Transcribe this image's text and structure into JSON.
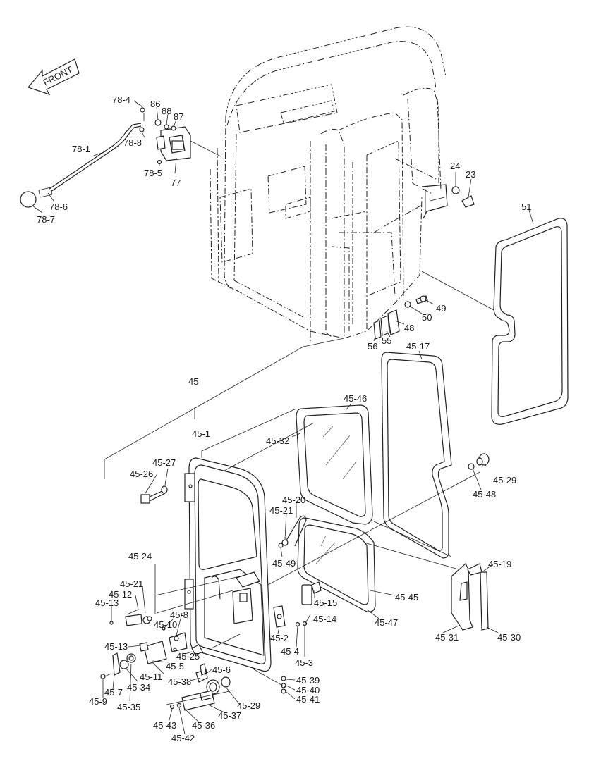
{
  "front_label": "FRONT",
  "labels": [
    {
      "id": "78-4",
      "text": "78-4"
    },
    {
      "id": "86",
      "text": "86"
    },
    {
      "id": "88",
      "text": "88"
    },
    {
      "id": "87",
      "text": "87"
    },
    {
      "id": "78-8",
      "text": "78-8"
    },
    {
      "id": "78-1",
      "text": "78-1"
    },
    {
      "id": "78-5",
      "text": "78-5"
    },
    {
      "id": "77",
      "text": "77"
    },
    {
      "id": "78-6",
      "text": "78-6"
    },
    {
      "id": "78-7",
      "text": "78-7"
    },
    {
      "id": "24",
      "text": "24"
    },
    {
      "id": "23",
      "text": "23"
    },
    {
      "id": "51",
      "text": "51"
    },
    {
      "id": "49",
      "text": "49"
    },
    {
      "id": "50",
      "text": "50"
    },
    {
      "id": "48",
      "text": "48"
    },
    {
      "id": "55",
      "text": "55"
    },
    {
      "id": "56",
      "text": "56"
    },
    {
      "id": "45-17",
      "text": "45-17"
    },
    {
      "id": "45",
      "text": "45"
    },
    {
      "id": "45-46",
      "text": "45-46"
    },
    {
      "id": "45-1",
      "text": "45-1"
    },
    {
      "id": "45-32",
      "text": "45-32"
    },
    {
      "id": "45-27",
      "text": "45-27"
    },
    {
      "id": "45-26",
      "text": "45-26"
    },
    {
      "id": "45-29a",
      "text": "45-29"
    },
    {
      "id": "45-48",
      "text": "45-48"
    },
    {
      "id": "45-20",
      "text": "45-20"
    },
    {
      "id": "45-21a",
      "text": "45-21"
    },
    {
      "id": "45-49",
      "text": "45-49"
    },
    {
      "id": "45-19",
      "text": "45-19"
    },
    {
      "id": "45-24",
      "text": "45-24"
    },
    {
      "id": "45-21b",
      "text": "45-21"
    },
    {
      "id": "45-12",
      "text": "45-12"
    },
    {
      "id": "45-13a",
      "text": "45-13"
    },
    {
      "id": "45-10",
      "text": "45-10"
    },
    {
      "id": "45-8",
      "text": "45-8"
    },
    {
      "id": "45-15",
      "text": "45-15"
    },
    {
      "id": "45-45",
      "text": "45-45"
    },
    {
      "id": "45-14",
      "text": "45-14"
    },
    {
      "id": "45-47",
      "text": "45-47"
    },
    {
      "id": "45-31",
      "text": "45-31"
    },
    {
      "id": "45-30",
      "text": "45-30"
    },
    {
      "id": "45-2",
      "text": "45-2"
    },
    {
      "id": "45-4",
      "text": "45-4"
    },
    {
      "id": "45-3",
      "text": "45-3"
    },
    {
      "id": "45-13b",
      "text": "45-13"
    },
    {
      "id": "45-25",
      "text": "45-25"
    },
    {
      "id": "45-5",
      "text": "45-5"
    },
    {
      "id": "45-11",
      "text": "45-11"
    },
    {
      "id": "45-6",
      "text": "45-6"
    },
    {
      "id": "45-38",
      "text": "45-38"
    },
    {
      "id": "45-39",
      "text": "45-39"
    },
    {
      "id": "45-40",
      "text": "45-40"
    },
    {
      "id": "45-41",
      "text": "45-41"
    },
    {
      "id": "45-7",
      "text": "45-7"
    },
    {
      "id": "45-34",
      "text": "45-34"
    },
    {
      "id": "45-9",
      "text": "45-9"
    },
    {
      "id": "45-35",
      "text": "45-35"
    },
    {
      "id": "45-29b",
      "text": "45-29"
    },
    {
      "id": "45-37",
      "text": "45-37"
    },
    {
      "id": "45-36",
      "text": "45-36"
    },
    {
      "id": "45-43",
      "text": "45-43"
    },
    {
      "id": "45-42",
      "text": "45-42"
    }
  ]
}
